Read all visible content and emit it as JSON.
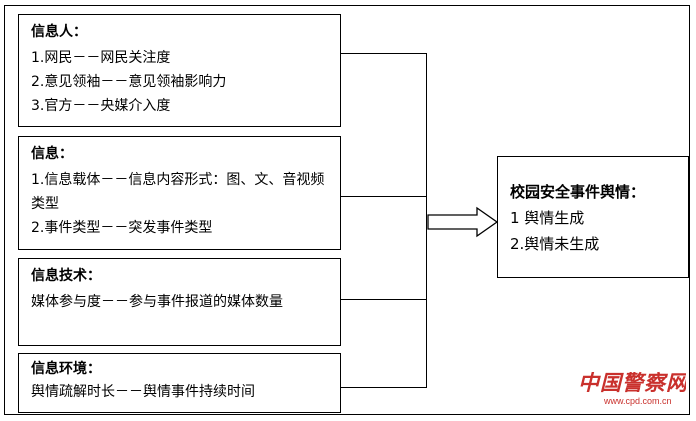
{
  "factors": [
    {
      "title": "信息人：",
      "lines": [
        "1.网民－－网民关注度",
        "2.意见领袖－－意见领袖影响力",
        "3.官方－－央媒介入度"
      ]
    },
    {
      "title": "信息：",
      "lines": [
        "1.信息载体－－信息内容形式：图、文、音视频类型",
        "2.事件类型－－突发事件类型"
      ]
    },
    {
      "title": "信息技术：",
      "lines": [
        "媒体参与度－－参与事件报道的媒体数量"
      ]
    },
    {
      "title": "信息环境：",
      "lines": [
        "舆情疏解时长－－舆情事件持续时间"
      ]
    }
  ],
  "outcome": {
    "title": "校园安全事件舆情：",
    "lines": [
      "1 舆情生成",
      "2.舆情未生成"
    ]
  },
  "watermark": {
    "text": "中国警察网",
    "url": "www.cpd.com.cn"
  },
  "colors": {
    "watermark": "#c9302c",
    "line": "#000000"
  }
}
